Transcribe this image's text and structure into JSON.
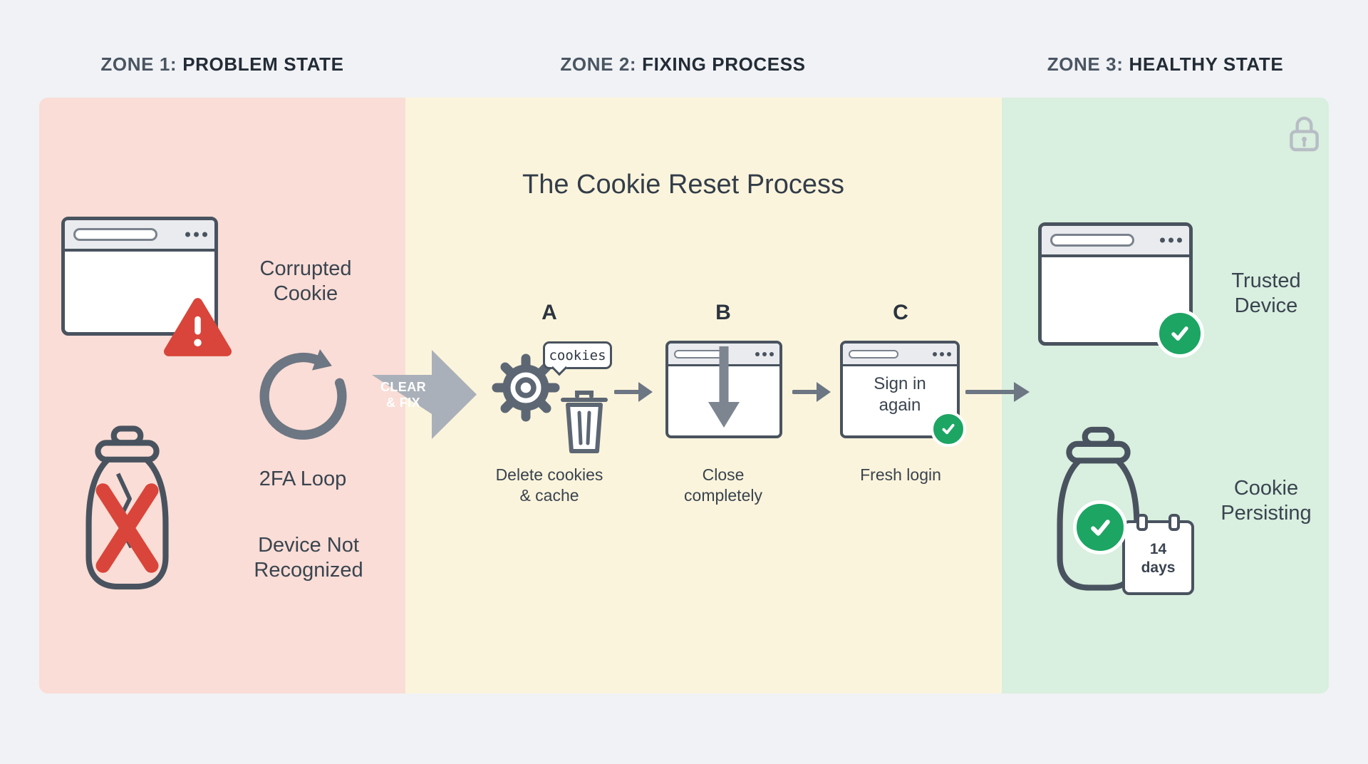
{
  "colors": {
    "page_bg": "#f0f2f5",
    "zone1_bg": "#f9ddd6",
    "zone2_bg": "#fbf4dc",
    "zone3_bg": "#d9efdf",
    "red": "#d9453a",
    "green": "#1da563",
    "dark": "#49535f",
    "gray": "#6d7683",
    "arrow_gray": "#a9b0b9"
  },
  "headers": [
    {
      "prefix": "ZONE 1:",
      "title": "PROBLEM STATE"
    },
    {
      "prefix": "ZONE 2:",
      "title": "FIXING PROCESS"
    },
    {
      "prefix": "ZONE 3:",
      "title": "HEALTHY STATE"
    }
  ],
  "zone1": {
    "corrupted_label": "Corrupted\nCookie",
    "loop_label": "2FA Loop",
    "device_label": "Device Not\nRecognized"
  },
  "transition": {
    "label": "CLEAR\n& FIX"
  },
  "zone2": {
    "title": "The Cookie Reset Process",
    "steps": [
      {
        "letter": "A",
        "bubble": "cookies",
        "caption": "Delete cookies\n& cache"
      },
      {
        "letter": "B",
        "caption": "Close\ncompletely"
      },
      {
        "letter": "C",
        "window_text": "Sign in\nagain",
        "caption": "Fresh login"
      }
    ]
  },
  "zone3": {
    "trusted_label": "Trusted\nDevice",
    "persisting_label": "Cookie\nPersisting",
    "calendar_label": "14\ndays"
  }
}
